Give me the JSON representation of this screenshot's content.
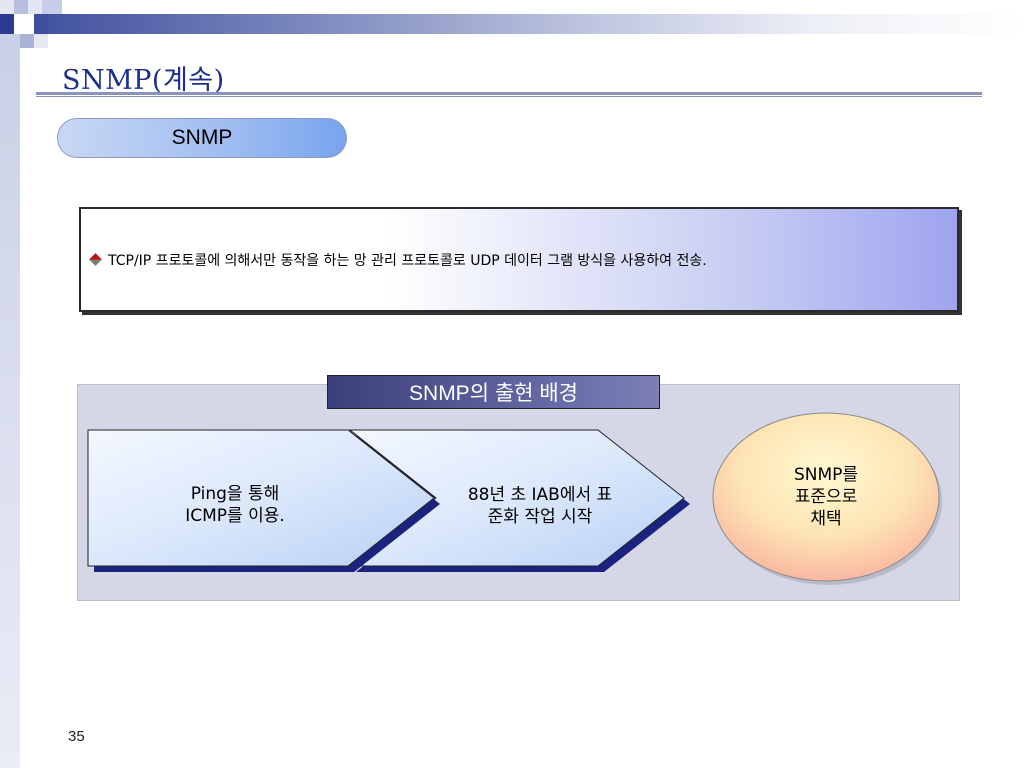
{
  "slide": {
    "title": "SNMP(계속)",
    "page_number": "35"
  },
  "pill": {
    "label": "SNMP"
  },
  "description": {
    "text": "TCP/IP 프로토콜에 의해서만 동작을 하는 망 관리 프로토콜로 UDP 데이터 그램 방식을 사용하여 전송."
  },
  "background_section": {
    "header": "SNMP의 출현 배경",
    "step1": {
      "line1": "Ping을 통해",
      "line2": "ICMP를 이용."
    },
    "step2": {
      "line1": "88년 초 IAB에서 표",
      "line2": "준화 작업 시작"
    },
    "result": {
      "line1": "SNMP를",
      "line2": "표준으로",
      "line3": "채택"
    }
  }
}
